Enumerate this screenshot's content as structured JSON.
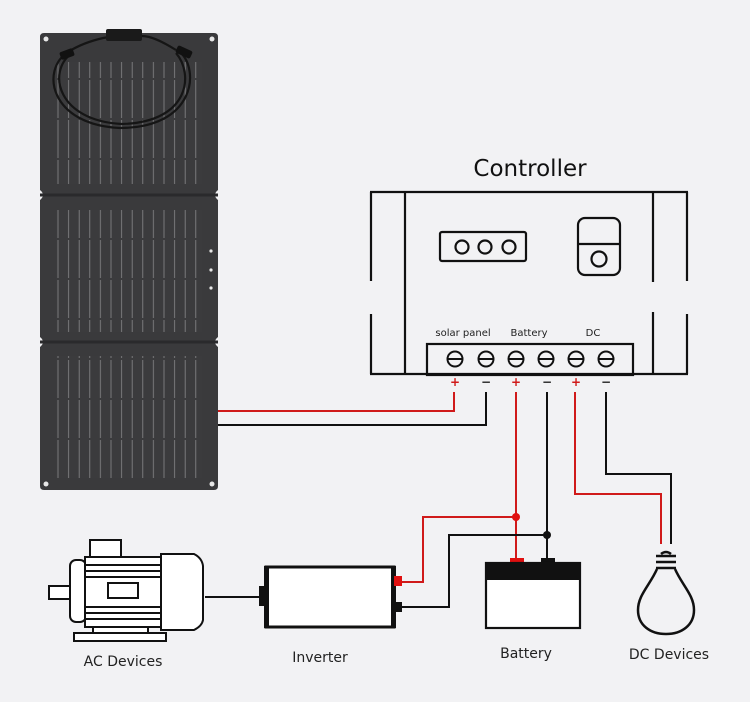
{
  "diagram": {
    "title": "Solar charge controller wiring diagram",
    "controller": {
      "title": "Controller",
      "terminal_groups": [
        {
          "label": "solar panel",
          "terminals": [
            "+",
            "−"
          ]
        },
        {
          "label": "Battery",
          "terminals": [
            "+",
            "−"
          ]
        },
        {
          "label": "DC",
          "terminals": [
            "+",
            "−"
          ]
        }
      ],
      "indicator_lights": 3
    },
    "components": {
      "solar_panel": {
        "name": "Solar panel",
        "folds": 3
      },
      "ac_devices": {
        "label": "AC Devices",
        "icon": "motor-icon"
      },
      "inverter": {
        "label": "Inverter"
      },
      "battery": {
        "label": "Battery"
      },
      "dc_devices": {
        "label": "DC Devices",
        "icon": "light-bulb-icon"
      }
    },
    "connections": [
      {
        "from": "solar_panel",
        "to": "controller.solar_panel",
        "polarity": "+",
        "color": "#d01a1a"
      },
      {
        "from": "solar_panel",
        "to": "controller.solar_panel",
        "polarity": "−",
        "color": "#111111"
      },
      {
        "from": "controller.battery",
        "to": "battery",
        "polarity": "+",
        "color": "#d01a1a"
      },
      {
        "from": "controller.battery",
        "to": "battery",
        "polarity": "−",
        "color": "#111111"
      },
      {
        "from": "battery",
        "to": "inverter",
        "polarity": "+",
        "color": "#d01a1a"
      },
      {
        "from": "battery",
        "to": "inverter",
        "polarity": "−",
        "color": "#111111"
      },
      {
        "from": "controller.dc",
        "to": "dc_devices",
        "polarity": "+",
        "color": "#d01a1a"
      },
      {
        "from": "controller.dc",
        "to": "dc_devices",
        "polarity": "−",
        "color": "#111111"
      },
      {
        "from": "inverter",
        "to": "ac_devices",
        "polarity": "AC",
        "color": "#111111"
      }
    ],
    "colors": {
      "positive_wire": "#d01a1a",
      "negative_wire": "#111111",
      "background": "#f2f2f4",
      "panel": "#3a3a3c"
    }
  }
}
